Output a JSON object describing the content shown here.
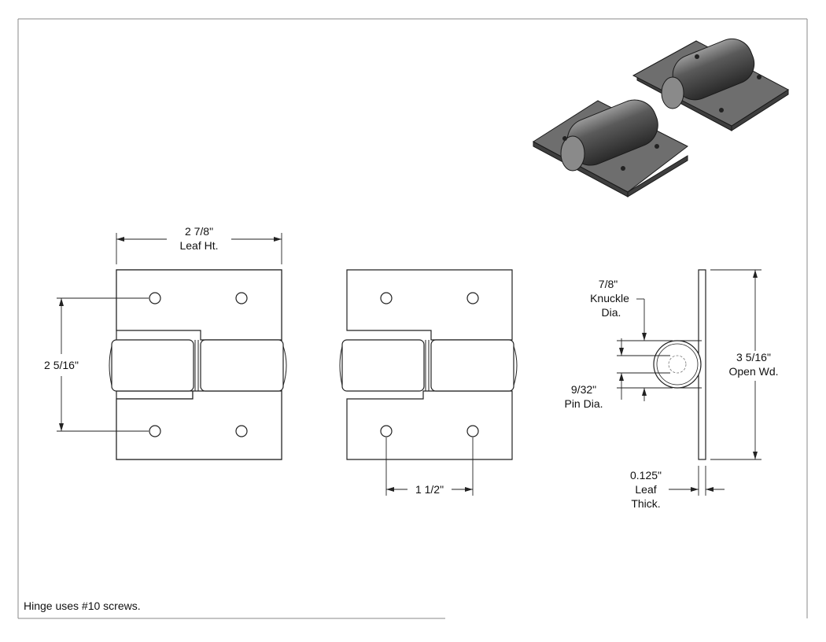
{
  "dimensions": {
    "leaf_height": {
      "value": "2 7/8\"",
      "label": "Leaf Ht."
    },
    "hole_spacing_vertical": {
      "value": "2 5/16\""
    },
    "hole_spacing_horizontal": {
      "value": "1 1/2\""
    },
    "knuckle_diameter": {
      "value": "7/8\"",
      "line1": "Knuckle",
      "line2": "Dia."
    },
    "pin_diameter": {
      "value": "9/32\"",
      "label": "Pin Dia."
    },
    "open_width": {
      "value": "3 5/16\"",
      "label": "Open Wd."
    },
    "leaf_thickness": {
      "value": "0.125\"",
      "line1": "Leaf",
      "line2": "Thick."
    }
  },
  "note": "Hinge uses #10 screws."
}
